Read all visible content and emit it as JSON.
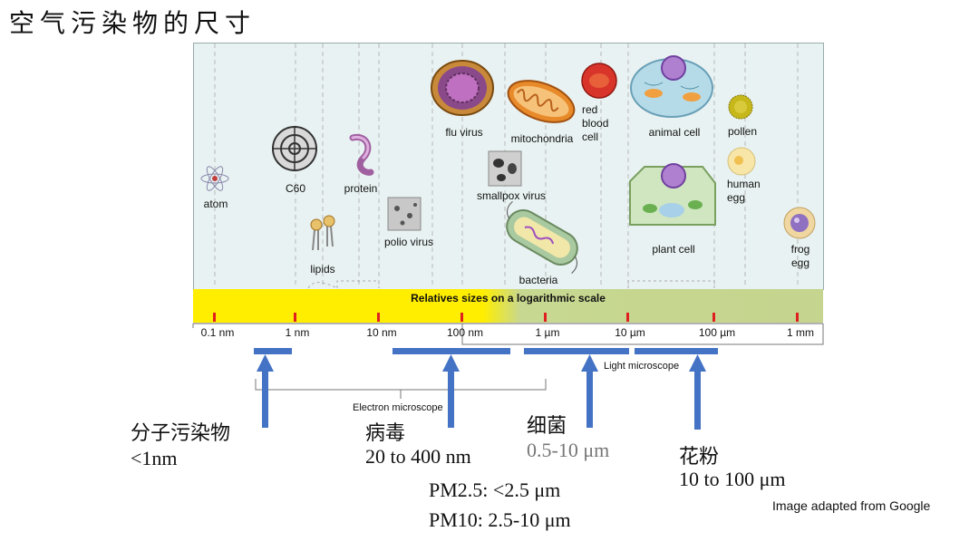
{
  "title": "空气污染物的尺寸",
  "scale_title": "Relatives sizes on a logarithmic scale",
  "ticks": [
    "0.1 nm",
    "1 nm",
    "10 nm",
    "100 nm",
    "1 µm",
    "10 µm",
    "100 µm",
    "1 mm"
  ],
  "objects": {
    "atom": "atom",
    "c60": "C60",
    "protein": "protein",
    "lipids": "lipids",
    "polio": "polio virus",
    "flu": "flu virus",
    "smallpox": "smallpox virus",
    "bacteria": "bacteria",
    "mitochondria": "mitochondria",
    "rbc_line1": "red",
    "rbc_line2": "blood",
    "rbc_line3": "cell",
    "animal": "animal cell",
    "plant": "plant cell",
    "pollen": "pollen",
    "human_line1": "human",
    "human_line2": "egg",
    "frog_line1": "frog",
    "frog_line2": "egg"
  },
  "microscopes": {
    "electron": "Electron microscope",
    "light": "Light microscope"
  },
  "annotations": {
    "molecular": {
      "name": "分子污染物",
      "range": "<1nm"
    },
    "virus": {
      "name": "病毒",
      "range": "20 to 400 nm"
    },
    "bacteria": {
      "name": "细菌",
      "range": "0.5-10 μm"
    },
    "pollen": {
      "name": "花粉",
      "range": "10 to 100 μm"
    },
    "pm25": "PM2.5: <2.5 μm",
    "pm10": "PM10: 2.5-10 μm"
  },
  "credit": "Image adapted from Google",
  "colors": {
    "arrow": "#4472c4",
    "tick": "#e02020",
    "scale_left": "#ffee00",
    "scale_right": "#c5d48e"
  }
}
